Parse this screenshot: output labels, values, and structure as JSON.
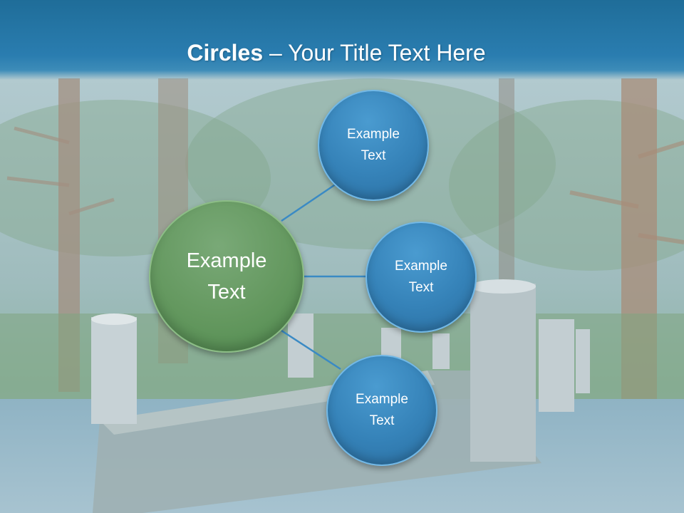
{
  "slide": {
    "title_bold": "Circles",
    "title_rest": " – Your Title Text Here"
  },
  "diagram": {
    "center": {
      "label": "Example\nText",
      "color": "#64985f"
    },
    "satellites": [
      {
        "label": "Example\nText",
        "color": "#3582b8"
      },
      {
        "label": "Example\nText",
        "color": "#3582b8"
      },
      {
        "label": "Example\nText",
        "color": "#3582b8"
      }
    ],
    "connector_color": "#3a8ac4"
  }
}
